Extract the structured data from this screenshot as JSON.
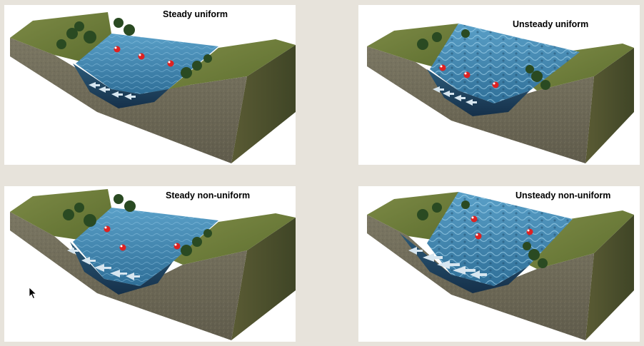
{
  "panels": [
    {
      "id": "steady-uniform",
      "title": "Steady uniform"
    },
    {
      "id": "unsteady-uniform",
      "title": "Unsteady uniform"
    },
    {
      "id": "steady-non-uniform",
      "title": "Steady non-uniform"
    },
    {
      "id": "unsteady-non-uniform",
      "title": "Unsteady non-uniform"
    }
  ],
  "icons": {
    "cursor": "mouse-pointer-icon"
  },
  "colors": {
    "background": "#e7e3db",
    "panel": "#ffffff",
    "water": "#3f7fa6",
    "soil": "#6e6a58",
    "grass": "#6d7d3b"
  }
}
